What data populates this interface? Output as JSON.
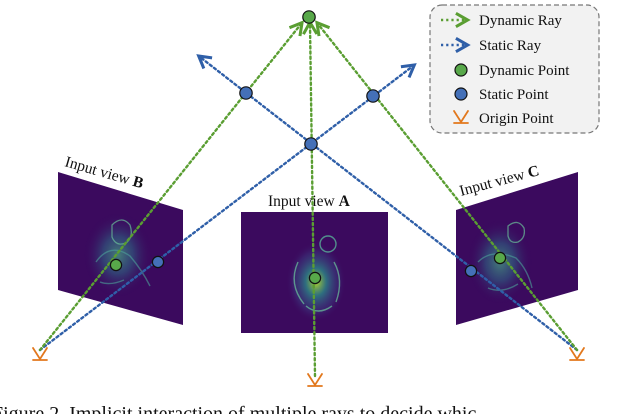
{
  "legend": {
    "dynamic_ray": "Dynamic Ray",
    "static_ray": "Static Ray",
    "dynamic_point": "Dynamic Point",
    "static_point": "Static Point",
    "origin_point": "Origin Point"
  },
  "views": {
    "a": {
      "prefix": "Input view ",
      "letter": "A"
    },
    "b": {
      "prefix": "Input view ",
      "letter": "B"
    },
    "c": {
      "prefix": "Input view ",
      "letter": "C"
    }
  },
  "caption": "Figure 2. Implicit interaction of multiple rays to decide whic",
  "colors": {
    "dynamic_ray": "#5a9e32",
    "static_ray": "#2f5fa8",
    "dynamic_point": "#58a84a",
    "static_point": "#4470b8",
    "origin_point": "#e2781d",
    "view_bg": "#3b0a5e"
  }
}
